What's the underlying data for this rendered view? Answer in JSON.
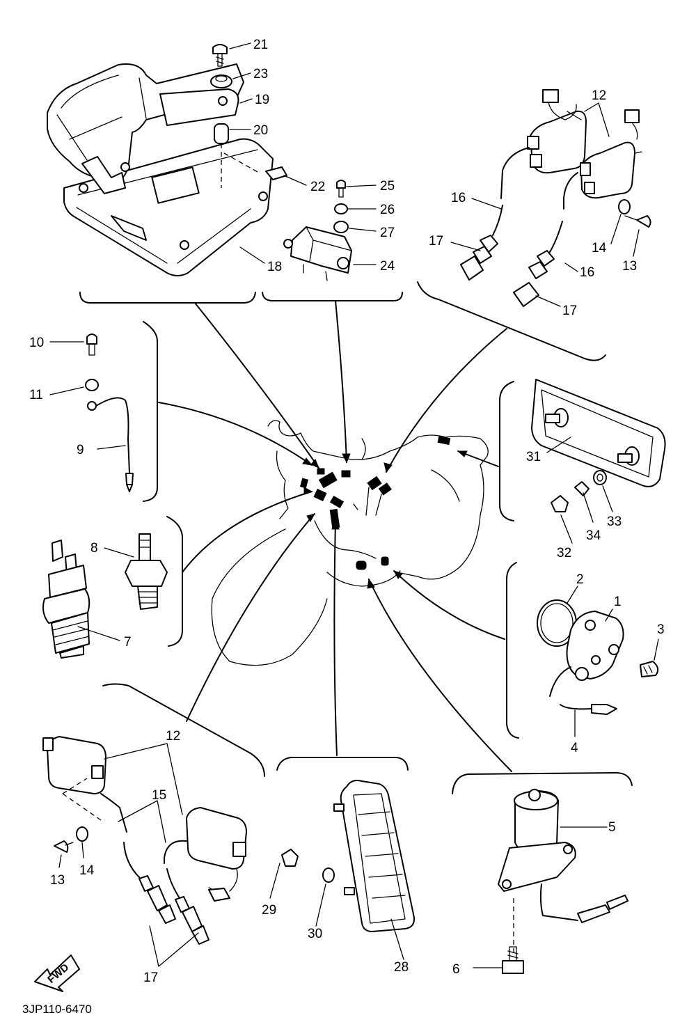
{
  "diagram": {
    "document_id": "3JP110-6470",
    "direction_label": "FWD",
    "callouts": {
      "n1": "1",
      "n2": "2",
      "n3": "3",
      "n4": "4",
      "n5": "5",
      "n6": "6",
      "n7": "7",
      "n8": "8",
      "n9": "9",
      "n10": "10",
      "n11": "11",
      "n12a": "12",
      "n12b": "12",
      "n13a": "13",
      "n13b": "13",
      "n14a": "14",
      "n14b": "14",
      "n15": "15",
      "n16a": "16",
      "n16b": "16",
      "n17a": "17",
      "n17b": "17",
      "n17c": "17",
      "n18": "18",
      "n19": "19",
      "n20": "20",
      "n21": "21",
      "n22": "22",
      "n23": "23",
      "n24": "24",
      "n25": "25",
      "n26": "26",
      "n27": "27",
      "n28": "28",
      "n29": "29",
      "n30": "30",
      "n31": "31",
      "n32": "32",
      "n33": "33",
      "n34": "34"
    }
  }
}
